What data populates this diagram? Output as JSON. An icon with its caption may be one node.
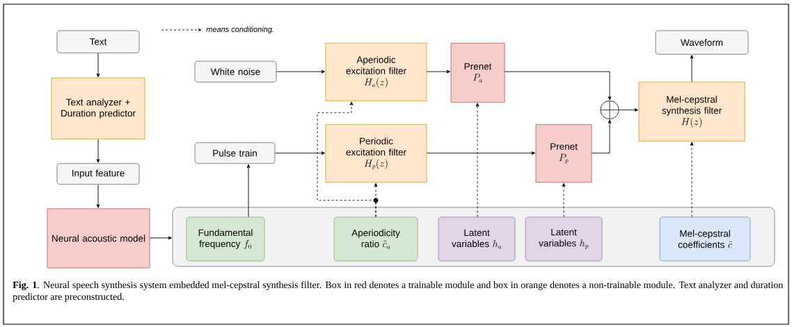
{
  "diagram": {
    "caption": "**Fig. 1**. Neural speech synthesis system embedded mel-cepstral synthesis filter. Box in red denotes a trainable module and box in orange denotes a non-trainable module. Text analyzer and duration predictor are preconstructed.",
    "nodes": [
      {
        "text": [
          "Text"
        ]
      },
      {
        "text": [
          "Text analyzer + Duration predictor"
        ]
      },
      {
        "text": [
          "Input feature"
        ]
      },
      {
        "text": [
          "Neural acoustic model"
        ]
      },
      {
        "text": [],
        "shape": "box"
      },
      {
        "text": [
          "Fundamental frequency",
          "f_0"
        ],
        "in": 4
      },
      {
        "text": [
          "Aperiodicity ratio",
          "\\tilde{c}_a"
        ],
        "in": 4
      },
      {
        "text": [
          "Latent variables",
          "h_a"
        ],
        "in": 4
      },
      {
        "text": [
          "Latent variables",
          "h_p"
        ],
        "in": 4
      },
      {
        "text": [
          "Mel-cepstral coefficients",
          "\\tilde{c}"
        ],
        "in": 4
      },
      {
        "text": [
          "White noise"
        ]
      },
      {
        "text": [
          "Pulse train"
        ]
      },
      {
        "text": [
          "Aperiodic excitation filter",
          "H_a(z)"
        ]
      },
      {
        "text": [
          "Periodic excitation filter",
          "H_p(z)"
        ]
      },
      {
        "text": [
          "Prenet",
          "P_a"
        ]
      },
      {
        "text": [
          "Prenet",
          "P_p"
        ]
      },
      {
        "text": [],
        "shape": "circle"
      },
      {
        "text": [
          "Mel-cepstral synthesis filter",
          "H(z)"
        ]
      },
      {
        "text": [
          "Waveform"
        ]
      }
    ],
    "edges": [
      {
        "from": 0,
        "to": 1,
        "arrow": "to"
      },
      {
        "from": 1,
        "to": 2,
        "arrow": "to"
      },
      {
        "from": 2,
        "to": 3,
        "arrow": "to"
      },
      {
        "from": 3,
        "to": 4,
        "arrow": "to"
      },
      {
        "from": 5,
        "to": 11,
        "arrow": "to"
      },
      {
        "from": 10,
        "to": 12,
        "arrow": "to"
      },
      {
        "from": 11,
        "to": 13,
        "arrow": "to"
      },
      {
        "from": 12,
        "to": 14,
        "arrow": "to"
      },
      {
        "from": 13,
        "to": 15,
        "arrow": "to"
      },
      {
        "from": 14,
        "to": 16,
        "arrow": "to"
      },
      {
        "from": 15,
        "to": 16,
        "arrow": "to"
      },
      {
        "from": 16,
        "to": 17,
        "arrow": "to"
      },
      {
        "from": 17,
        "to": 18,
        "arrow": "to"
      },
      {
        "from": 6,
        "to": 13,
        "arrow": "to",
        "style": "dashed"
      },
      {
        "from": 6,
        "to": 12,
        "arrow": "to",
        "style": "dashed"
      },
      {
        "from": 7,
        "to": 14,
        "arrow": "to",
        "style": "dashed"
      },
      {
        "from": 8,
        "to": 15,
        "arrow": "to",
        "style": "dashed"
      },
      {
        "from": 9,
        "to": 17,
        "arrow": "to",
        "style": "dashed"
      }
    ],
    "legend": [
      {
        "text": "means conditioning."
      }
    ]
  }
}
